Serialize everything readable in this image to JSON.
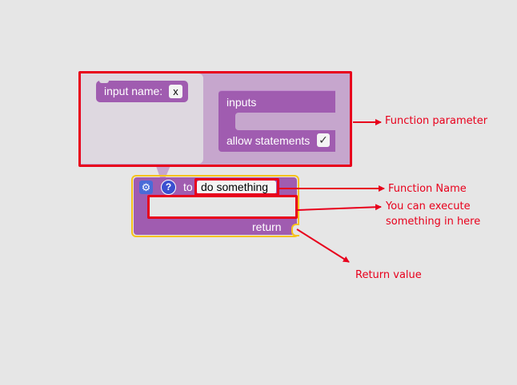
{
  "mutator": {
    "param_block_label": "input name:",
    "param_default": "x",
    "container_label": "inputs",
    "allow_statements_label": "allow statements",
    "allow_statements_checked": true,
    "checkbox_glyph": "✓"
  },
  "procedure": {
    "keyword": "to",
    "name": "do something",
    "return_label": "return",
    "gear_icon": "⚙",
    "help_icon": "?"
  },
  "annotations": {
    "function_parameter": "Function parameter",
    "function_name": "Function Name",
    "statements_line1": "You can execute",
    "statements_line2": "something in here",
    "return_value": "Return value"
  },
  "colors": {
    "block_purple": "#a05cb0",
    "bubble_purple": "#c6a6cd",
    "highlight_yellow": "#f6c21b",
    "annotation_red": "#e8001c",
    "background": "#e6e6e6"
  }
}
